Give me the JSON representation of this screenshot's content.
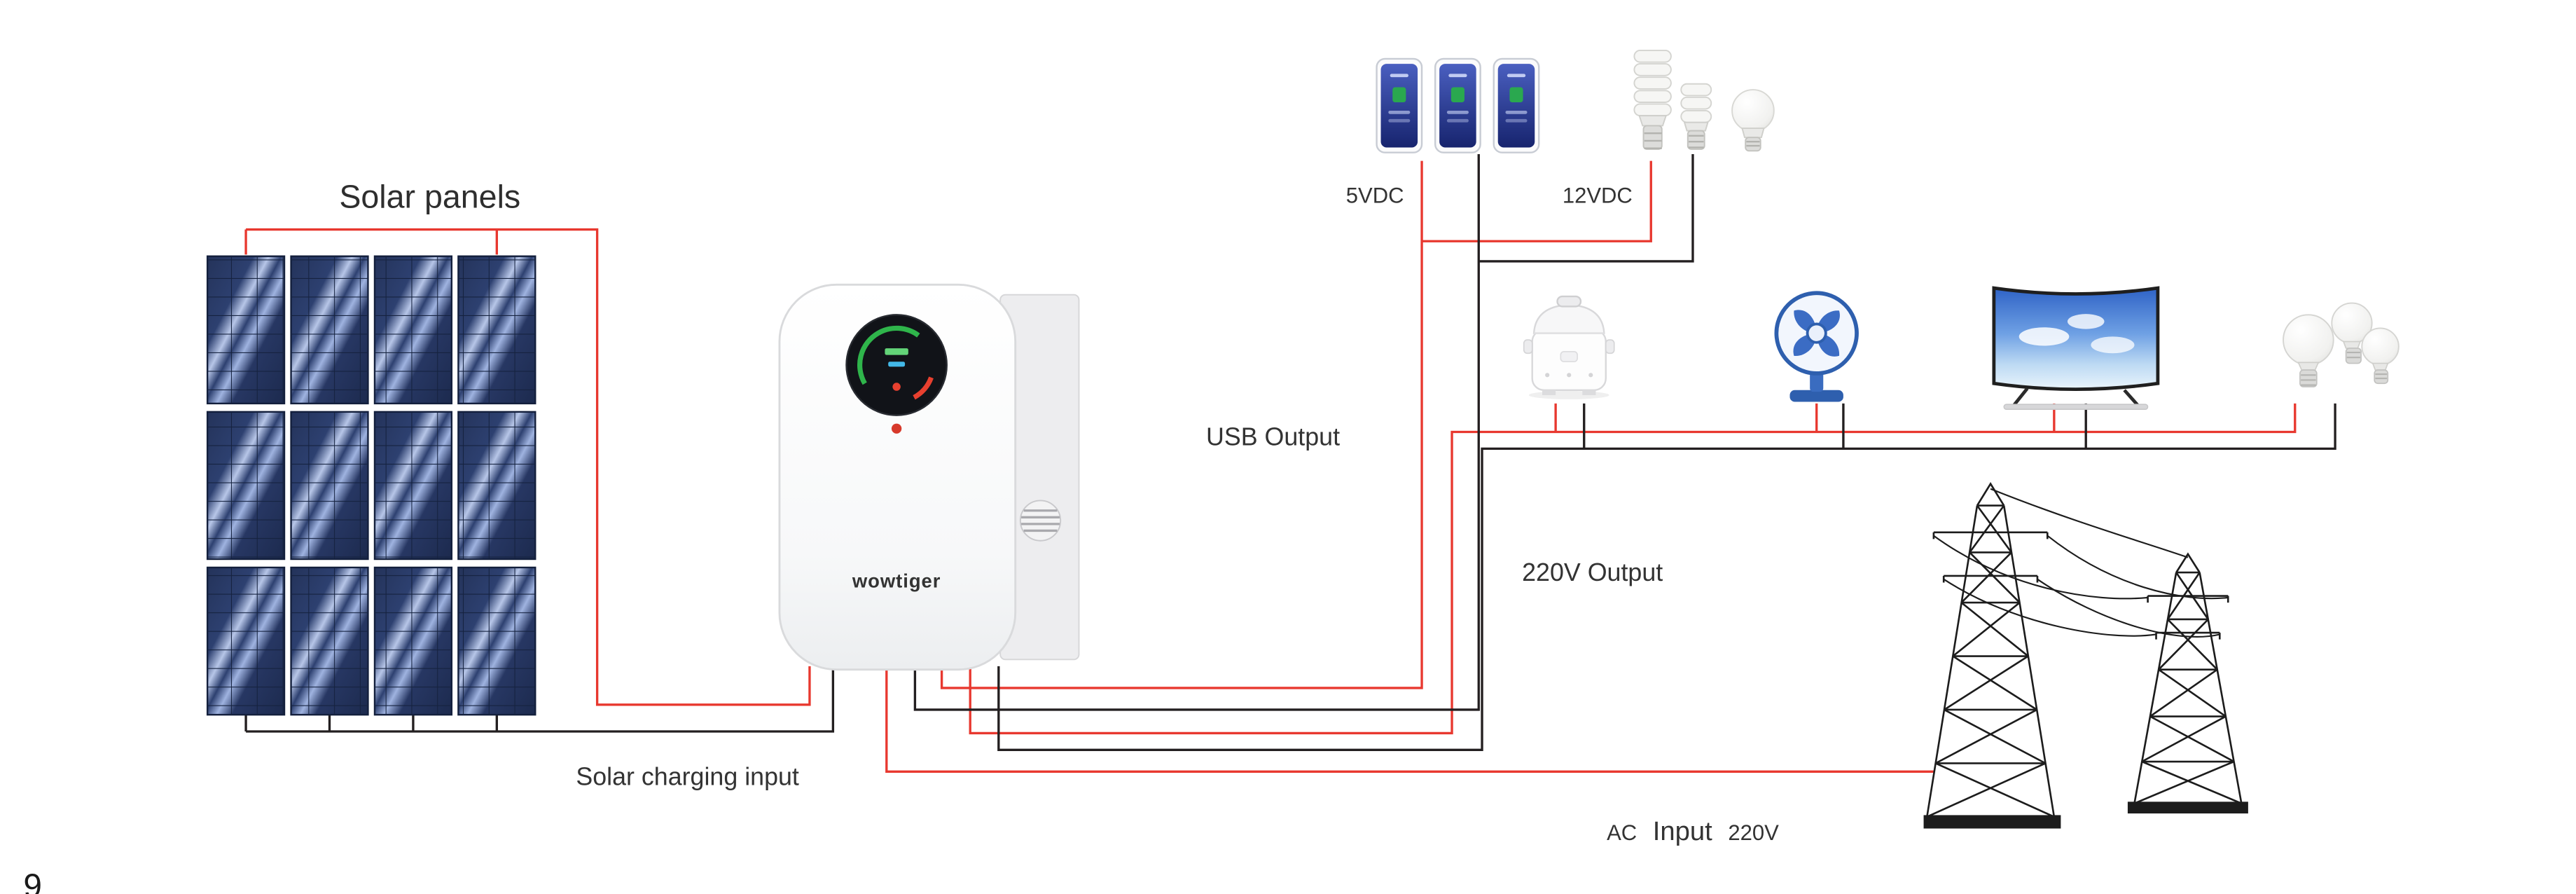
{
  "page": {
    "number": "9"
  },
  "labels": {
    "solar_panels": "Solar panels",
    "solar_charging_input": "Solar charging input",
    "usb_output": "USB Output",
    "dc_5v": "5VDC",
    "dc_12v": "12VDC",
    "output_220v": "220V Output",
    "ac": "AC",
    "ac_input": "Input",
    "ac_voltage": "220V"
  },
  "inverter": {
    "brand": "wowtiger"
  },
  "colors": {
    "wire_positive_red": "#e8382f",
    "wire_negative_black": "#231f20",
    "solar_panel_navy": "#24335a",
    "brand_teal": "#29b3a5",
    "fan_blue": "#2e5fae",
    "label_text": "#333333"
  },
  "icons": {
    "solar_array": "solar-panel-array-icon",
    "inverter": "inverter-icon",
    "smartphone": "smartphone-icon",
    "cfl_bulb": "cfl-bulb-icon",
    "led_bulb": "led-bulb-icon",
    "rice_cooker": "rice-cooker-icon",
    "desk_fan": "desk-fan-icon",
    "tv": "curved-tv-icon",
    "bulb_group": "led-bulb-group-icon",
    "power_towers": "transmission-towers-icon"
  }
}
